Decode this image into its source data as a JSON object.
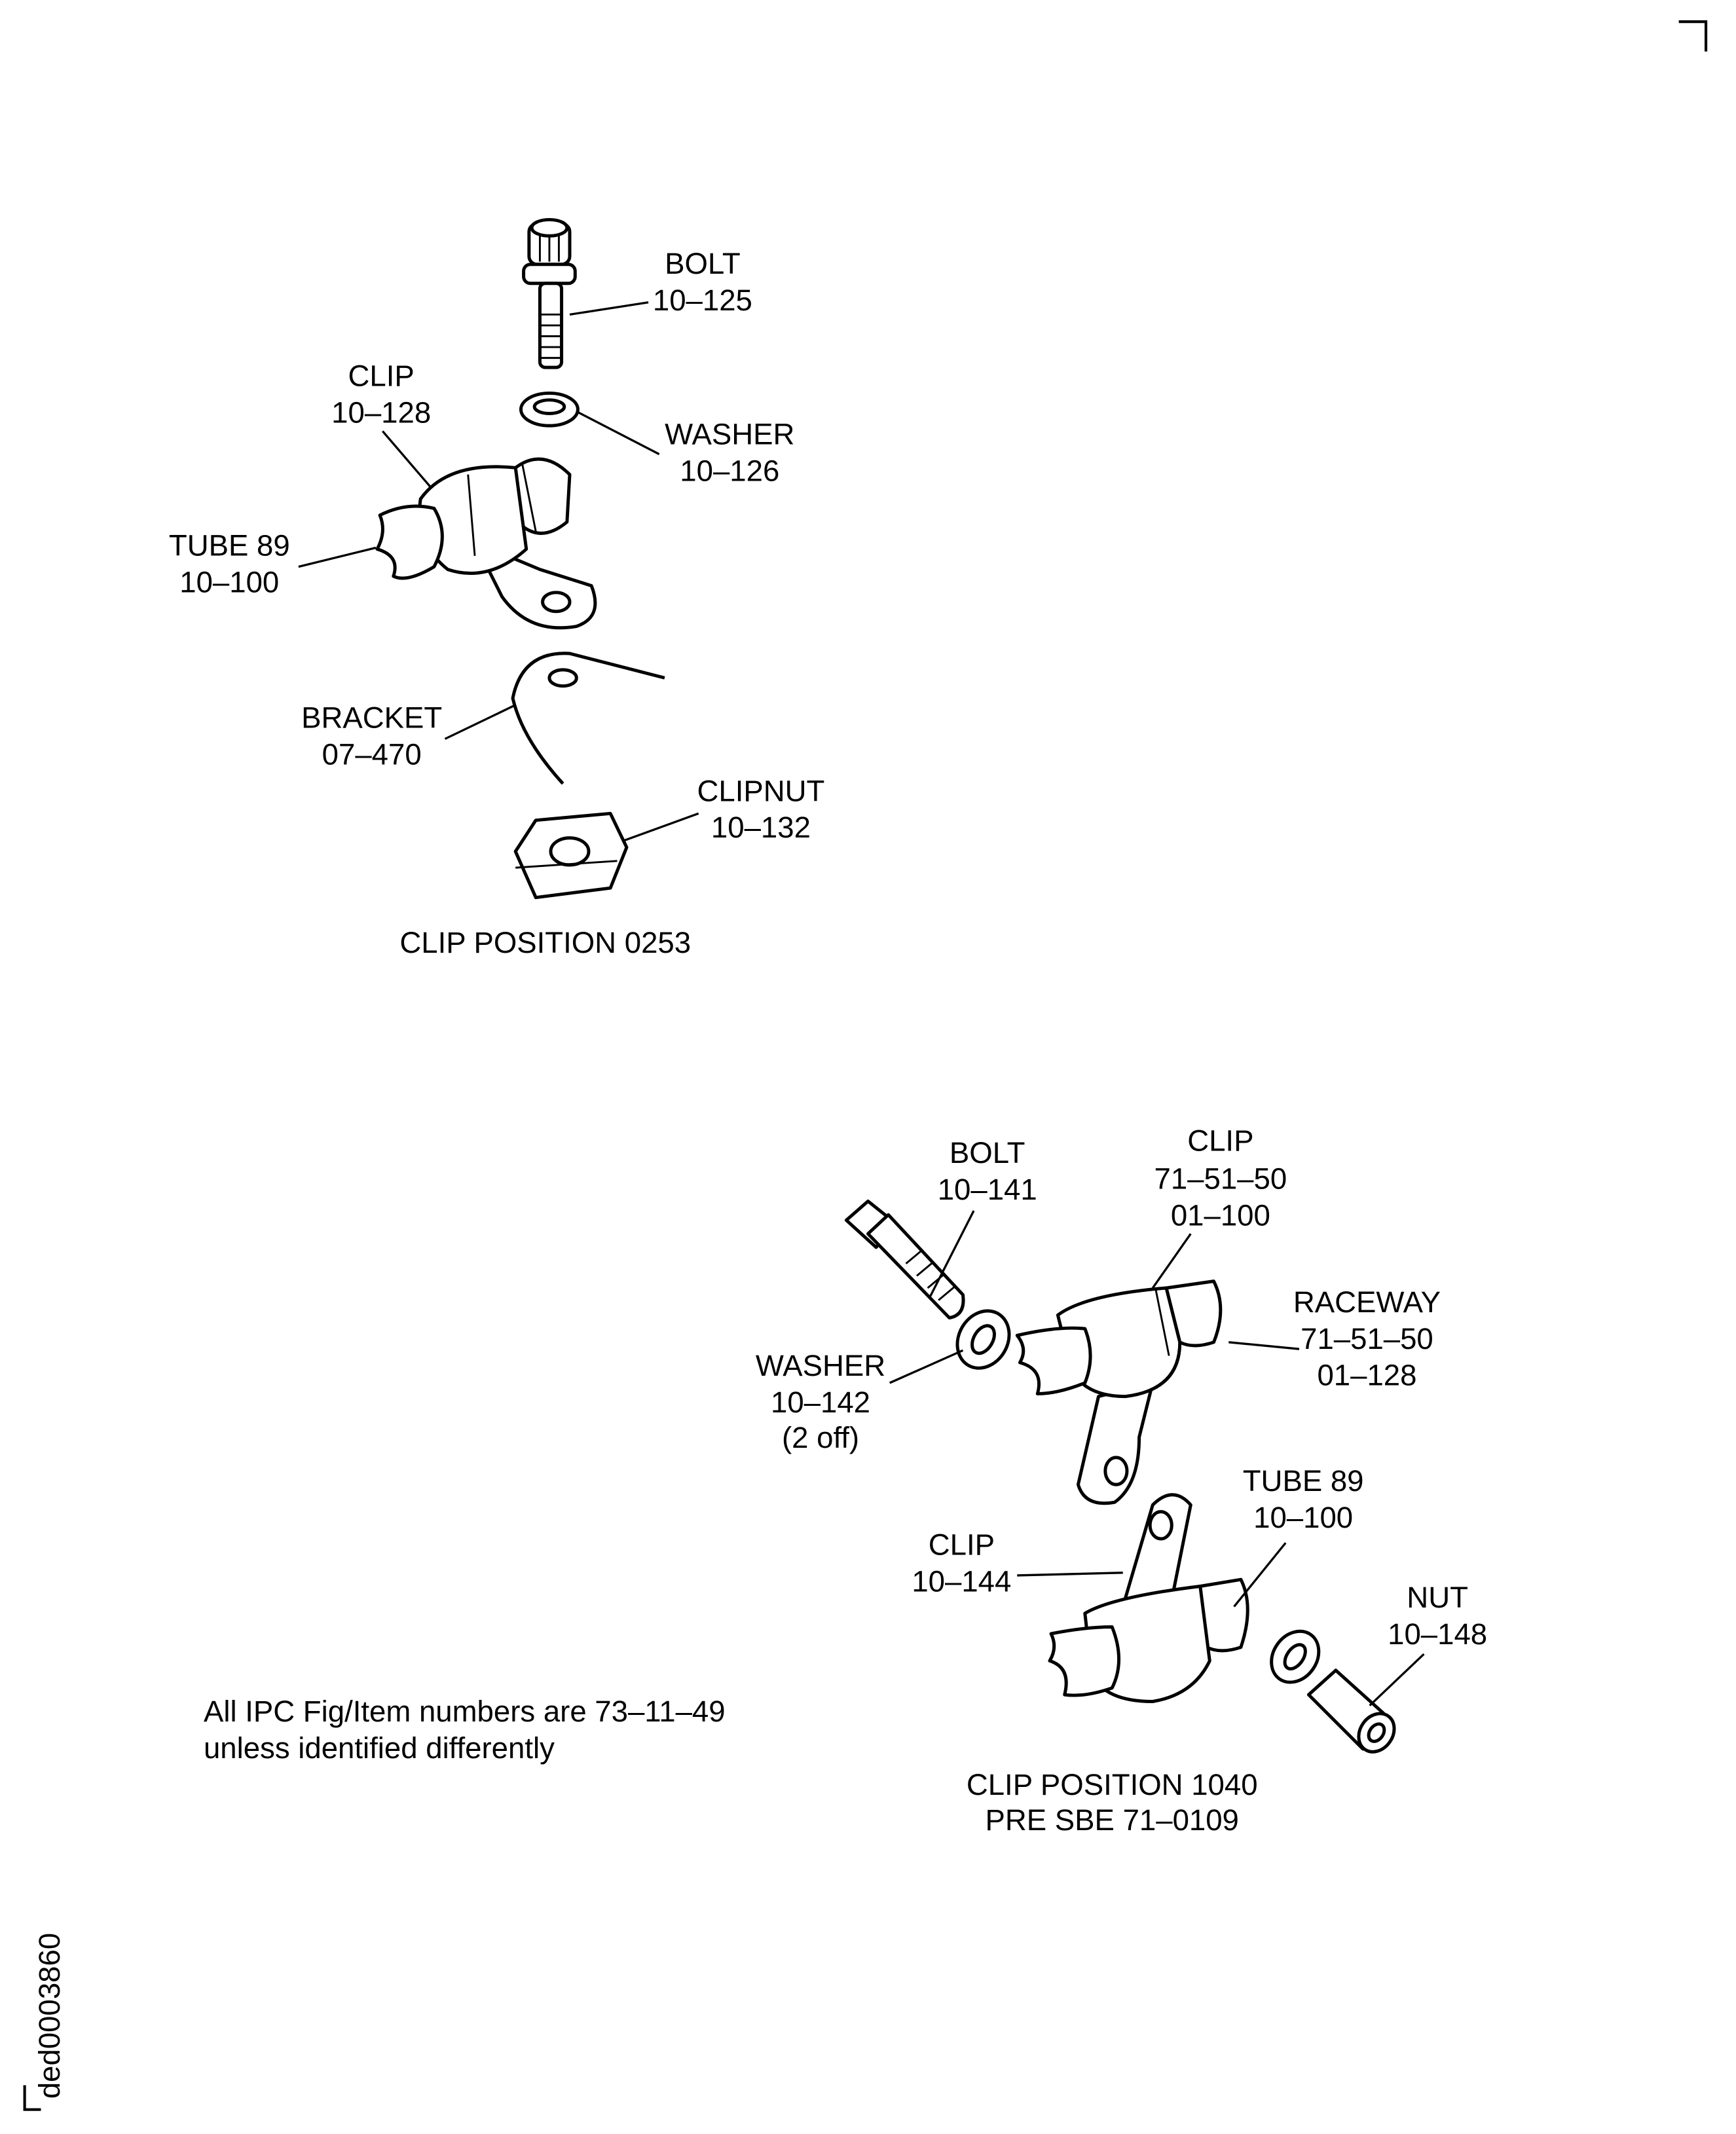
{
  "drawing_id": "ded0003860",
  "position_0253": {
    "title": "CLIP POSITION 0253",
    "bolt": {
      "name": "BOLT",
      "ref": "10–125"
    },
    "clip": {
      "name": "CLIP",
      "ref": "10–128"
    },
    "washer": {
      "name": "WASHER",
      "ref": "10–126"
    },
    "tube": {
      "name": "TUBE 89",
      "ref": "10–100"
    },
    "bracket": {
      "name": "BRACKET",
      "ref": "07–470"
    },
    "clipnut": {
      "name": "CLIPNUT",
      "ref": "10–132"
    }
  },
  "position_1040": {
    "title": "CLIP POSITION 1040",
    "subtitle": "PRE SBE 71–0109",
    "bolt": {
      "name": "BOLT",
      "ref": "10–141"
    },
    "clip_upper": {
      "name": "CLIP",
      "ref1": "71–51–50",
      "ref2": "01–100"
    },
    "raceway": {
      "name": "RACEWAY",
      "ref1": "71–51–50",
      "ref2": "01–128"
    },
    "washer": {
      "name": "WASHER",
      "ref": "10–142",
      "qty": "(2 off)"
    },
    "tube": {
      "name": "TUBE 89",
      "ref": "10–100"
    },
    "clip_lower": {
      "name": "CLIP",
      "ref": "10–144"
    },
    "nut": {
      "name": "NUT",
      "ref": "10–148"
    }
  },
  "note": {
    "line1": "All IPC Fig/Item numbers are 73–11–49",
    "line2": "unless identified differently"
  }
}
